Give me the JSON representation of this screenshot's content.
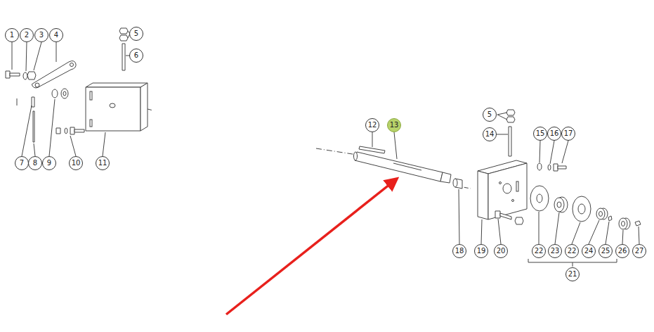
{
  "diagram": {
    "nodes": [
      {
        "text": [
          "1"
        ]
      },
      {
        "text": [
          "2"
        ]
      },
      {
        "text": [
          "3"
        ]
      },
      {
        "text": [
          "4"
        ]
      },
      {
        "text": [
          "5"
        ]
      },
      {
        "text": [
          "6"
        ]
      },
      {
        "text": [
          "7"
        ]
      },
      {
        "text": [
          "8"
        ]
      },
      {
        "text": [
          "9"
        ]
      },
      {
        "text": [
          "10"
        ]
      },
      {
        "text": [
          "11"
        ]
      },
      {
        "text": [
          "12"
        ]
      },
      {
        "text": [
          "13"
        ]
      },
      {
        "text": [
          "5"
        ]
      },
      {
        "text": [
          "14"
        ]
      },
      {
        "text": [
          "15"
        ]
      },
      {
        "text": [
          "16"
        ]
      },
      {
        "text": [
          "17"
        ]
      },
      {
        "text": [
          "18"
        ]
      },
      {
        "text": [
          "19"
        ]
      },
      {
        "text": [
          "20"
        ]
      },
      {
        "text": [
          "22"
        ]
      },
      {
        "text": [
          "23"
        ]
      },
      {
        "text": [
          "22"
        ]
      },
      {
        "text": [
          "24"
        ]
      },
      {
        "text": [
          "25"
        ]
      },
      {
        "text": [
          "26"
        ]
      },
      {
        "text": [
          "27"
        ]
      },
      {
        "text": [
          "21"
        ]
      }
    ]
  }
}
